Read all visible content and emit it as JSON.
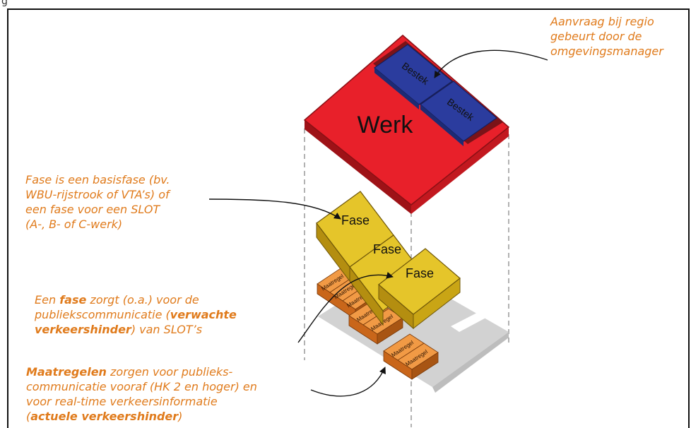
{
  "top_caption": "g",
  "labels": {
    "werk": "Werk",
    "bestek": "Bestek",
    "fase": "Fase",
    "maatregel": "Maatregel"
  },
  "captions": {
    "aanvraag": [
      "Aanvraag bij regio",
      "gebeurt door de",
      "omgevingsmanager"
    ],
    "fase_basis": [
      "Fase is een basisfase (bv.",
      "WBU-rijstrook of VTA’s) of",
      "een fase voor een SLOT",
      "(A-, B- of C-werk)"
    ],
    "fase_zorgt": {
      "l1_a": "Een ",
      "l1_b": "fase",
      "l1_c": " zorgt (o.a.) voor de",
      "l2_a": "publiekscommunicatie (",
      "l2_b": "verwachte",
      "l3_a": "verkeershinder",
      "l3_b": ") van SLOT’s"
    },
    "maatregelen": {
      "l1_a": "Maatregelen",
      "l1_b": " zorgen voor publieks-",
      "l2": "communicatie vooraf (HK 2 en hoger) en",
      "l3": "voor real-time verkeersinformatie",
      "l4_a": "(",
      "l4_b": "actuele verkeershinder",
      "l4_c": ")"
    }
  },
  "colors": {
    "werk": "#e8202a",
    "bestek": "#2b3c9e",
    "fase": "#e5c52a",
    "maatregel": "#ee8a2e",
    "caption": "#e07b1c",
    "frame": "#111111"
  }
}
